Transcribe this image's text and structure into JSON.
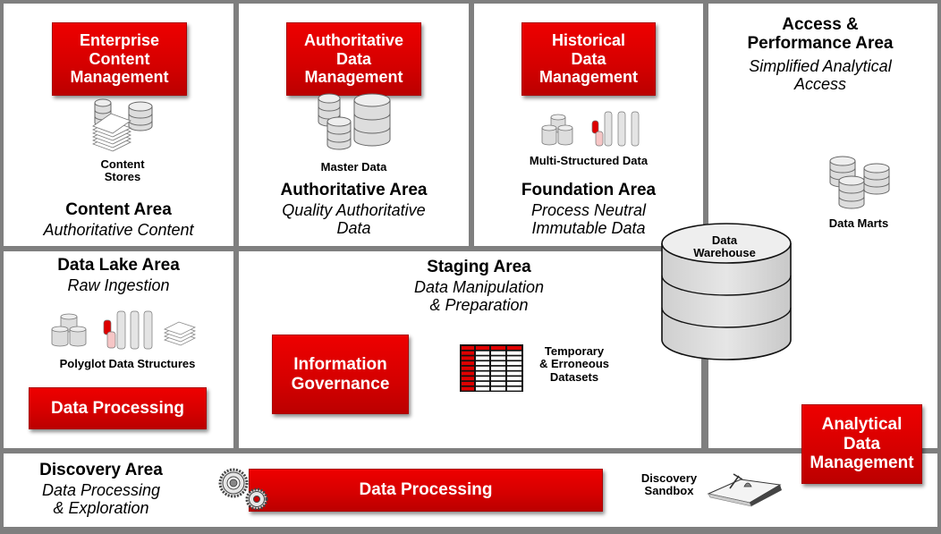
{
  "content_area": {
    "mgmt_box": [
      "Enterprise",
      "Content",
      "Management"
    ],
    "icon_caption": [
      "Content",
      "Stores"
    ],
    "title": "Content Area",
    "subtitle": "Authoritative Content"
  },
  "authoritative_area": {
    "mgmt_box": [
      "Authoritative",
      "Data",
      "Management"
    ],
    "icon_caption": "Master Data",
    "title": "Authoritative Area",
    "subtitle": [
      "Quality Authoritative",
      "Data"
    ]
  },
  "foundation_area": {
    "mgmt_box": [
      "Historical",
      "Data",
      "Management"
    ],
    "icon_caption": "Multi-Structured Data",
    "title": "Foundation Area",
    "subtitle": [
      "Process Neutral",
      "Immutable Data"
    ]
  },
  "access_area": {
    "title": [
      "Access &",
      "Performance Area"
    ],
    "subtitle": [
      "Simplified Analytical",
      "Access"
    ],
    "icon_caption": "Data Marts",
    "mgmt_box": [
      "Analytical",
      "Data",
      "Management"
    ]
  },
  "data_lake_area": {
    "title": "Data Lake Area",
    "subtitle": "Raw Ingestion",
    "icon_caption": "Polyglot Data Structures",
    "process_box": "Data Processing"
  },
  "staging_area": {
    "title": "Staging Area",
    "subtitle": [
      "Data Manipulation",
      "& Preparation"
    ],
    "governance_box": [
      "Information",
      "Governance"
    ],
    "dataset_caption": [
      "Temporary",
      "& Erroneous",
      "Datasets"
    ]
  },
  "data_warehouse": {
    "label": [
      "Data",
      "Warehouse"
    ]
  },
  "discovery_area": {
    "title": "Discovery Area",
    "subtitle": [
      "Data Processing",
      "& Exploration"
    ],
    "process_box": "Data Processing",
    "sandbox_caption": [
      "Discovery",
      "Sandbox"
    ]
  },
  "colors": {
    "border_gray": "#7f7f7f",
    "accent_red": "#e00000"
  }
}
